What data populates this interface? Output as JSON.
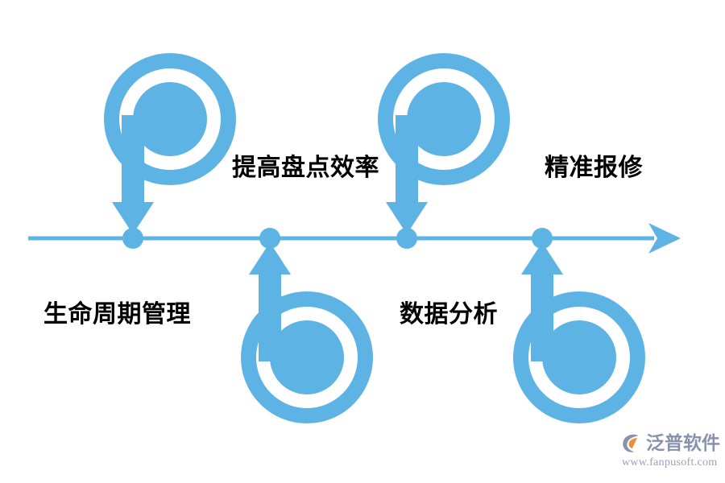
{
  "figure": {
    "type": "timeline-infographic",
    "title_text": "",
    "background_color": "#ffffff",
    "accent_color": "#5cb3e4",
    "label_color": "#000000"
  },
  "timeline": {
    "axis": {
      "name": "timeline-axis",
      "color": "#5cb3e4",
      "direction": "left-to-right",
      "arrowhead": "right-chevron"
    },
    "nodes": [
      {
        "index": 1,
        "label": "生命周期管理",
        "label_position": "below",
        "icon": "p-loop-arrow-down-icon",
        "icon_position": "above",
        "dot_color": "#5cb3e4"
      },
      {
        "index": 2,
        "label": "提高盘点效率",
        "label_position": "above",
        "icon": "b-loop-arrow-up-icon",
        "icon_position": "below",
        "dot_color": "#5cb3e4"
      },
      {
        "index": 3,
        "label": "数据分析",
        "label_position": "below",
        "icon": "p-loop-arrow-down-icon",
        "icon_position": "above",
        "dot_color": "#5cb3e4"
      },
      {
        "index": 4,
        "label": "精准报修",
        "label_position": "above",
        "icon": "b-loop-arrow-up-icon",
        "icon_position": "below",
        "dot_color": "#5cb3e4"
      }
    ]
  },
  "labels": {
    "top_left": "提高盘点效率",
    "top_right": "精准报修",
    "bottom_left": "生命周期管理",
    "bottom_right": "数据分析"
  },
  "watermark": {
    "brand": "泛普软件",
    "url": "www.fanpusoft.com",
    "mark_color": "#8793ad",
    "mark_accent_color": "#e8903a",
    "text_color": "#8793ad"
  }
}
